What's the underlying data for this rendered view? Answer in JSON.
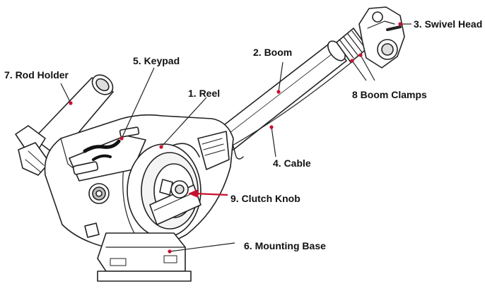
{
  "labels": {
    "reel": "1. Reel",
    "boom": "2. Boom",
    "swivel_head": "3. Swivel Head",
    "cable": "4. Cable",
    "keypad": "5. Keypad",
    "mounting_base": "6. Mounting Base",
    "rod_holder": "7. Rod Holder",
    "boom_clamps": "8 Boom Clamps",
    "clutch_knob": "9. Clutch Knob"
  },
  "colors": {
    "leader": "#c8102e",
    "outline": "#222222",
    "label_text": "#111111"
  }
}
